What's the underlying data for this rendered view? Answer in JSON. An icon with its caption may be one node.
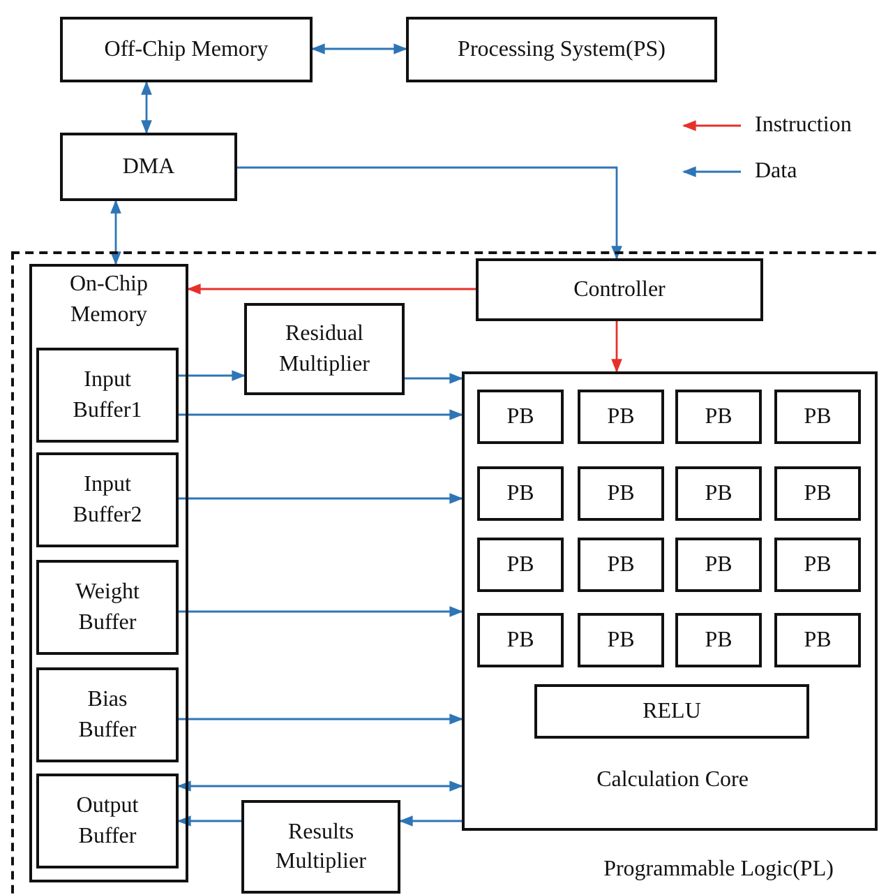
{
  "diagram": {
    "nodes": [
      {
        "text": [
          "Off-Chip Memory"
        ]
      },
      {
        "text": [
          "Processing System(PS)"
        ]
      },
      {
        "text": [
          "DMA"
        ]
      },
      {
        "text": [
          "Programmable Logic(PL)"
        ]
      },
      {
        "text": [
          "On-Chip Memory"
        ],
        "in": 3
      },
      {
        "text": [
          "Input Buffer1"
        ],
        "in": 4
      },
      {
        "text": [
          "Input Buffer2"
        ],
        "in": 4
      },
      {
        "text": [
          "Weight Buffer"
        ],
        "in": 4
      },
      {
        "text": [
          "Bias Buffer"
        ],
        "in": 4
      },
      {
        "text": [
          "Output Buffer"
        ],
        "in": 4
      },
      {
        "text": [
          "Controller"
        ],
        "in": 3
      },
      {
        "text": [
          "Residual Multiplier"
        ],
        "in": 3
      },
      {
        "text": [
          "Calculation Core"
        ],
        "in": 3
      },
      {
        "text": [
          "PB"
        ],
        "in": 12
      },
      {
        "text": [
          "PB"
        ],
        "in": 12
      },
      {
        "text": [
          "PB"
        ],
        "in": 12
      },
      {
        "text": [
          "PB"
        ],
        "in": 12
      },
      {
        "text": [
          "PB"
        ],
        "in": 12
      },
      {
        "text": [
          "PB"
        ],
        "in": 12
      },
      {
        "text": [
          "PB"
        ],
        "in": 12
      },
      {
        "text": [
          "PB"
        ],
        "in": 12
      },
      {
        "text": [
          "PB"
        ],
        "in": 12
      },
      {
        "text": [
          "PB"
        ],
        "in": 12
      },
      {
        "text": [
          "PB"
        ],
        "in": 12
      },
      {
        "text": [
          "PB"
        ],
        "in": 12
      },
      {
        "text": [
          "PB"
        ],
        "in": 12
      },
      {
        "text": [
          "PB"
        ],
        "in": 12
      },
      {
        "text": [
          "PB"
        ],
        "in": 12
      },
      {
        "text": [
          "PB"
        ],
        "in": 12
      },
      {
        "text": [
          "RELU"
        ],
        "in": 12
      },
      {
        "text": [
          "Results Multiplier"
        ],
        "in": 3
      }
    ],
    "edges": [
      {
        "from": 0,
        "to": 1,
        "arrow": "both"
      },
      {
        "from": 0,
        "to": 2,
        "arrow": "both"
      },
      {
        "from": 2,
        "to": 4,
        "arrow": "both"
      },
      {
        "from": 2,
        "to": 10,
        "arrow": "to"
      },
      {
        "from": 10,
        "to": 4,
        "arrow": "to",
        "color": "#e8302a"
      },
      {
        "from": 10,
        "to": 12,
        "arrow": "to",
        "color": "#e8302a"
      },
      {
        "from": 5,
        "to": 11,
        "arrow": "to"
      },
      {
        "from": 11,
        "to": 12,
        "arrow": "to"
      },
      {
        "from": 5,
        "to": 12,
        "arrow": "to"
      },
      {
        "from": 6,
        "to": 12,
        "arrow": "to"
      },
      {
        "from": 7,
        "to": 12,
        "arrow": "to"
      },
      {
        "from": 8,
        "to": 12,
        "arrow": "to"
      },
      {
        "from": 9,
        "to": 12,
        "arrow": "both"
      },
      {
        "from": 12,
        "to": 30,
        "arrow": "to"
      },
      {
        "from": 30,
        "to": 9,
        "arrow": "to"
      }
    ],
    "legend": [
      {
        "text": "Instruction"
      },
      {
        "text": "Data"
      }
    ]
  }
}
